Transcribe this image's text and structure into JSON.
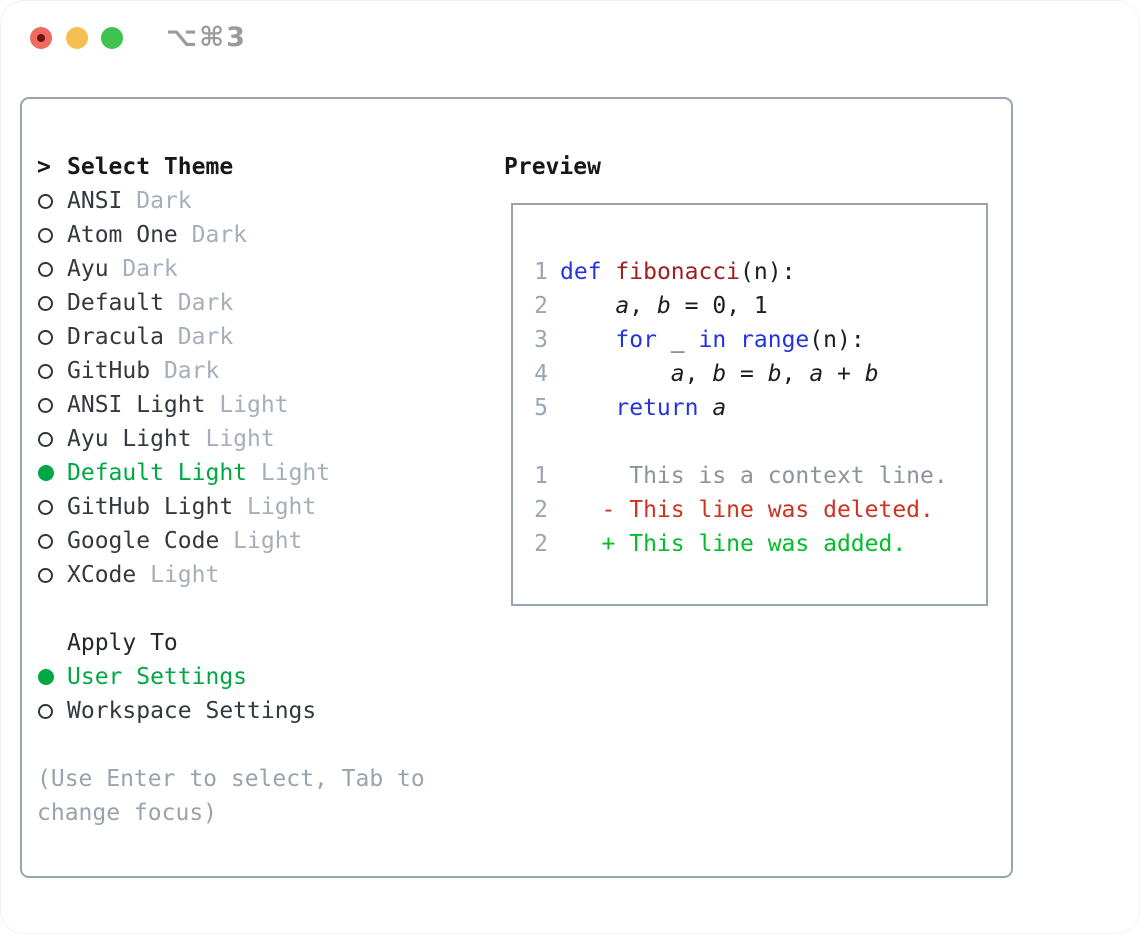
{
  "window": {
    "title": "⌥⌘3",
    "traffic_lights": [
      {
        "name": "close",
        "color": "#ee6a5f"
      },
      {
        "name": "minimize",
        "color": "#f5bf4f"
      },
      {
        "name": "zoom",
        "color": "#3fc24f"
      }
    ]
  },
  "theme_picker": {
    "cursor": ">",
    "header": "Select Theme",
    "items": [
      {
        "name": "ANSI",
        "variant": "Dark",
        "selected": false
      },
      {
        "name": "Atom One",
        "variant": "Dark",
        "selected": false
      },
      {
        "name": "Ayu",
        "variant": "Dark",
        "selected": false
      },
      {
        "name": "Default",
        "variant": "Dark",
        "selected": false
      },
      {
        "name": "Dracula",
        "variant": "Dark",
        "selected": false
      },
      {
        "name": "GitHub",
        "variant": "Dark",
        "selected": false
      },
      {
        "name": "ANSI Light",
        "variant": "Light",
        "selected": false
      },
      {
        "name": "Ayu Light",
        "variant": "Light",
        "selected": false
      },
      {
        "name": "Default Light",
        "variant": "Light",
        "selected": true
      },
      {
        "name": "GitHub Light",
        "variant": "Light",
        "selected": false
      },
      {
        "name": "Google Code",
        "variant": "Light",
        "selected": false
      },
      {
        "name": "XCode",
        "variant": "Light",
        "selected": false
      }
    ],
    "apply_to": {
      "header": "Apply To",
      "options": [
        {
          "label": "User Settings",
          "selected": true
        },
        {
          "label": "Workspace Settings",
          "selected": false
        }
      ]
    },
    "hint_lines": [
      "(Use Enter to select, Tab to",
      "change focus)"
    ]
  },
  "preview": {
    "header": "Preview",
    "code_lines": [
      {
        "num": "1",
        "tokens": [
          {
            "c": "kw",
            "t": "def"
          },
          {
            "c": "pl",
            "t": " "
          },
          {
            "c": "fn",
            "t": "fibonacci"
          },
          {
            "c": "pl",
            "t": "(n):"
          }
        ]
      },
      {
        "num": "2",
        "tokens": [
          {
            "c": "pl",
            "t": "    "
          },
          {
            "c": "var",
            "t": "a"
          },
          {
            "c": "pl",
            "t": ", "
          },
          {
            "c": "var",
            "t": "b"
          },
          {
            "c": "pl",
            "t": " = 0, 1"
          }
        ]
      },
      {
        "num": "3",
        "tokens": [
          {
            "c": "pl",
            "t": "    "
          },
          {
            "c": "kw",
            "t": "for"
          },
          {
            "c": "pl",
            "t": " _ "
          },
          {
            "c": "kw",
            "t": "in"
          },
          {
            "c": "pl",
            "t": " "
          },
          {
            "c": "kw",
            "t": "range"
          },
          {
            "c": "pl",
            "t": "(n):"
          }
        ]
      },
      {
        "num": "4",
        "tokens": [
          {
            "c": "pl",
            "t": "        "
          },
          {
            "c": "var",
            "t": "a"
          },
          {
            "c": "pl",
            "t": ", "
          },
          {
            "c": "var",
            "t": "b"
          },
          {
            "c": "pl",
            "t": " = "
          },
          {
            "c": "var",
            "t": "b"
          },
          {
            "c": "pl",
            "t": ", "
          },
          {
            "c": "var",
            "t": "a"
          },
          {
            "c": "pl",
            "t": " + "
          },
          {
            "c": "var",
            "t": "b"
          }
        ]
      },
      {
        "num": "5",
        "tokens": [
          {
            "c": "pl",
            "t": "    "
          },
          {
            "c": "kw",
            "t": "return"
          },
          {
            "c": "pl",
            "t": " "
          },
          {
            "c": "var",
            "t": "a"
          }
        ]
      }
    ],
    "diff_lines": [
      {
        "num": "1",
        "kind": "ctx",
        "text": "     This is a context line."
      },
      {
        "num": "2",
        "kind": "del",
        "text": "   - This line was deleted."
      },
      {
        "num": "2",
        "kind": "add",
        "text": "   + This line was added."
      }
    ]
  },
  "colors": {
    "selected_green": "#00a843",
    "added_green": "#00bd2a",
    "deleted_red": "#cd3320",
    "keyword_blue": "#2433e0",
    "function_darkred": "#a01f1c",
    "muted_gray": "#a6aeba",
    "line_number_gray": "#9aa5b3",
    "border_gray": "#9aa4b0"
  }
}
